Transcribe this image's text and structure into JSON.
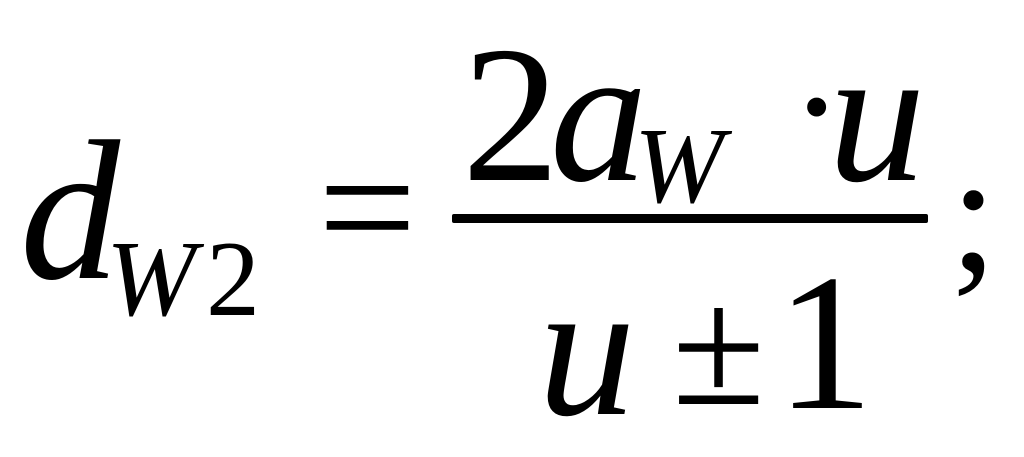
{
  "formula": {
    "lhs": {
      "variable": "d",
      "subscript_variable": "W",
      "subscript_number": "2"
    },
    "equals": "=",
    "numerator": {
      "coefficient": "2",
      "variable": "a",
      "subscript": "W",
      "operator": "·",
      "multiplier": "u"
    },
    "denominator": {
      "variable": "u",
      "operator": "±",
      "constant": "1"
    },
    "terminator": ";"
  }
}
